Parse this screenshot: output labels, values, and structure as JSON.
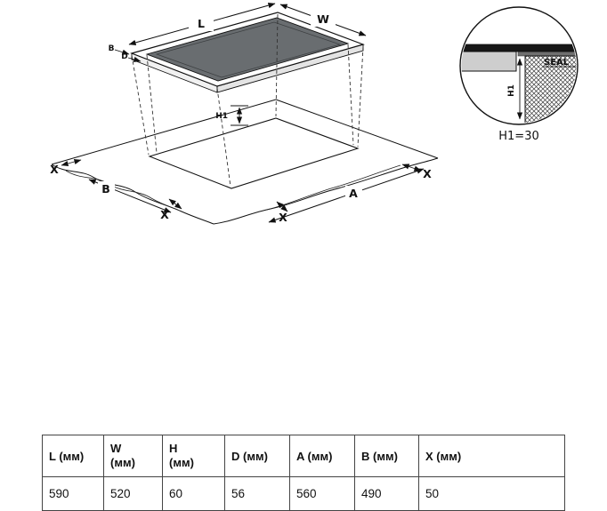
{
  "diagram": {
    "hob": {
      "length_label": "L",
      "width_label": "W",
      "edge_b_label": "B",
      "edge_d_label": "D"
    },
    "cutout": {
      "depth_label": "H1",
      "clearance_label": "X",
      "side_a_label": "A",
      "side_b_label": "B"
    },
    "detail": {
      "seal_label": "SEAL",
      "height_label": "H1",
      "height_value": "H1=30"
    }
  },
  "table": {
    "headers": [
      "L (мм)",
      "W (мм)",
      "H (мм)",
      "D (мм)",
      "A (мм)",
      "B (мм)",
      "X (мм)"
    ],
    "values": [
      "590",
      "520",
      "60",
      "56",
      "560",
      "490",
      "50"
    ]
  }
}
